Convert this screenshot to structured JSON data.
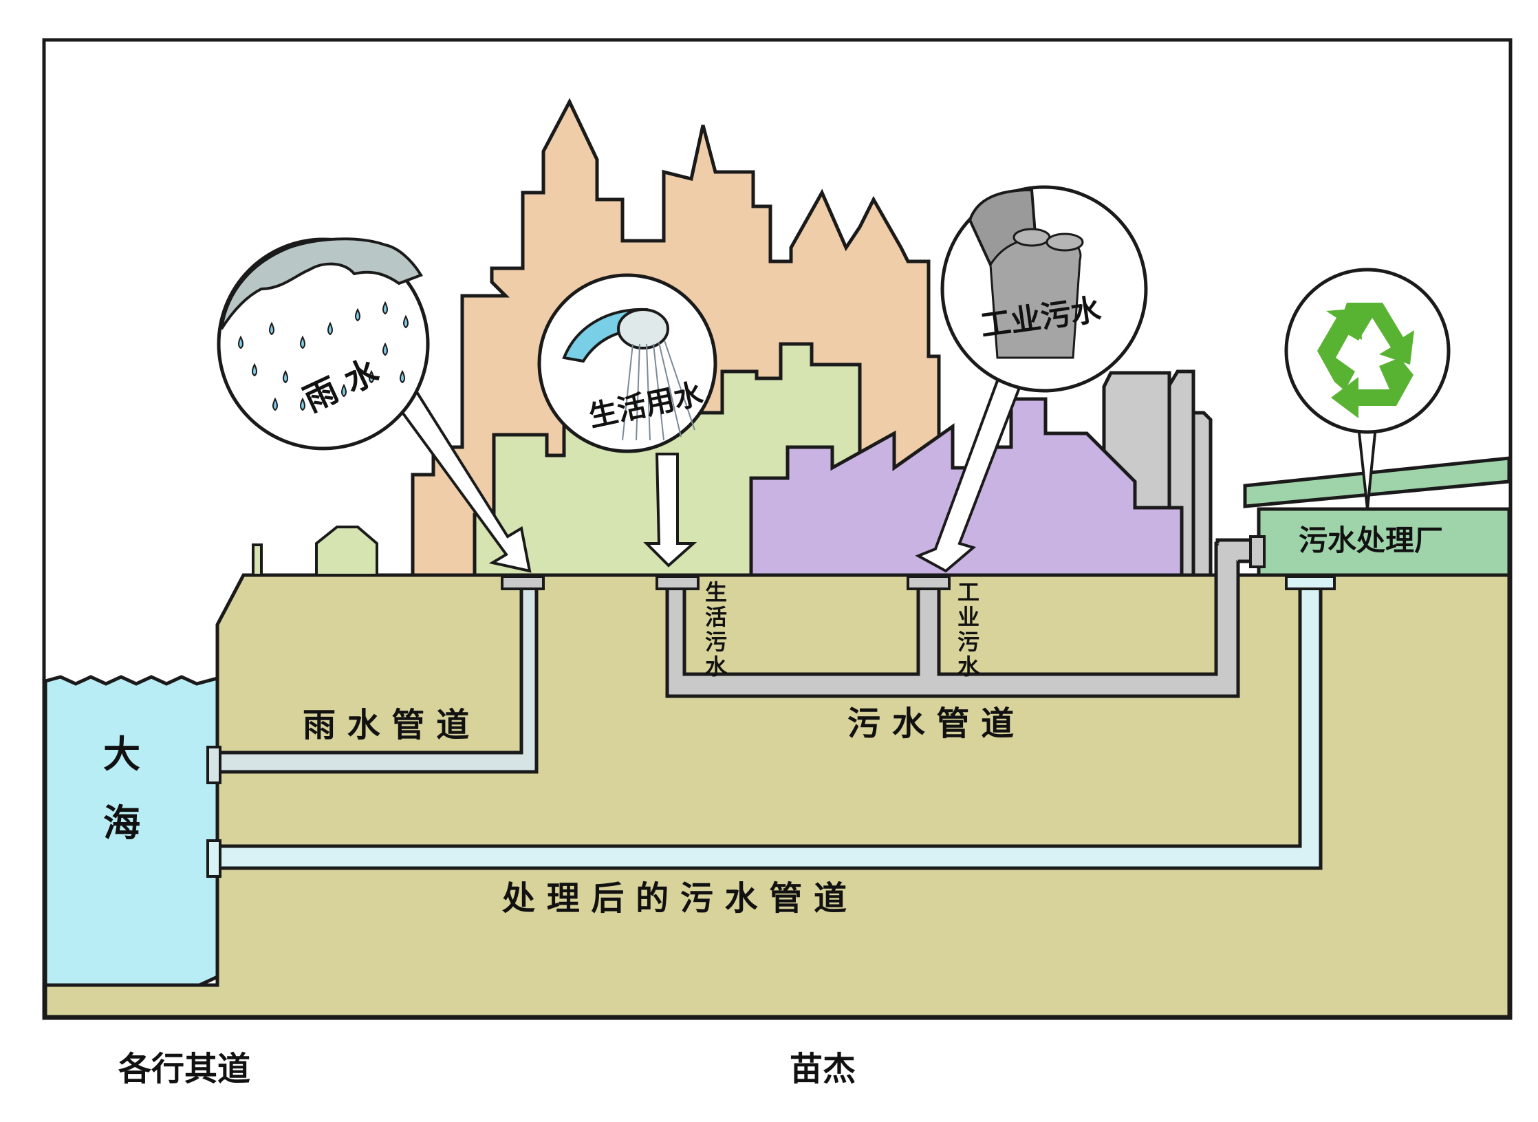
{
  "labels": {
    "rain_bubble": "雨 水",
    "domestic_bubble": "生活用水",
    "industrial_bubble": "工业污水",
    "plant": "污水处理厂",
    "domestic_pipe_1": "生",
    "domestic_pipe_2": "活",
    "domestic_pipe_3": "污",
    "domestic_pipe_4": "水",
    "industrial_pipe_1": "工",
    "industrial_pipe_2": "业",
    "industrial_pipe_3": "污",
    "industrial_pipe_4": "水",
    "rain_pipe": "雨 水 管 道",
    "sewage_pipe": "污 水 管 道",
    "treated_pipe": "处 理 后 的 污 水 管 道",
    "sea_1": "大",
    "sea_2": "海",
    "caption_left": "各行其道",
    "caption_right": "苗杰"
  },
  "colors": {
    "ground": "#d8d39b",
    "sea": "#b9edf5",
    "castle": "#efcda9",
    "green_building": "#d6e4b2",
    "factory": "#c9b3e2",
    "gray_towers": "#cacaca",
    "plant": "#9fd4ab",
    "rain_pipe": "#d6e4e6",
    "sewage_pipe": "#c9c9c9",
    "treated_pipe": "#d8f2f5",
    "recycle": "#59b332",
    "outline": "#1a1a1a"
  },
  "icons": [
    "rain-cloud-icon",
    "shower-head-icon",
    "industrial-outflow-icon",
    "recycle-icon"
  ]
}
